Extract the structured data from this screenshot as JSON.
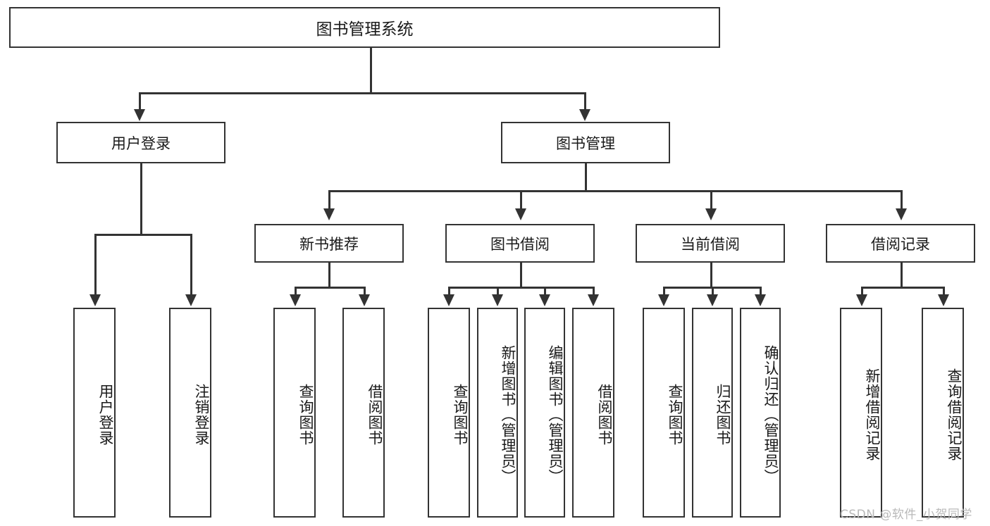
{
  "diagram": {
    "title": "图书管理系统",
    "type": "tree-hierarchy-chart",
    "root": {
      "label": "图书管理系统"
    },
    "level2": [
      {
        "label": "用户登录"
      },
      {
        "label": "图书管理"
      }
    ],
    "level3": [
      {
        "label": "新书推荐"
      },
      {
        "label": "图书借阅"
      },
      {
        "label": "当前借阅"
      },
      {
        "label": "借阅记录"
      }
    ],
    "leaves": [
      {
        "label": "用户登录",
        "parent": "用户登录"
      },
      {
        "label": "注销登录",
        "parent": "用户登录"
      },
      {
        "label": "查询图书",
        "parent": "新书推荐"
      },
      {
        "label": "借阅图书",
        "parent": "新书推荐"
      },
      {
        "label": "查询图书",
        "parent": "图书借阅"
      },
      {
        "label": "新增图书（管理员）",
        "parent": "图书借阅"
      },
      {
        "label": "编辑图书（管理员）",
        "parent": "图书借阅"
      },
      {
        "label": "借阅图书",
        "parent": "图书借阅"
      },
      {
        "label": "查询图书",
        "parent": "当前借阅"
      },
      {
        "label": "归还图书",
        "parent": "当前借阅"
      },
      {
        "label": "确认归还（管理员）",
        "parent": "当前借阅"
      },
      {
        "label": "新增借阅记录",
        "parent": "借阅记录"
      },
      {
        "label": "查询借阅记录",
        "parent": "借阅记录"
      }
    ]
  },
  "watermark": {
    "text": "CSDN @软件_小贺同学"
  },
  "colors": {
    "border": "#333333",
    "fill": "#ffffff",
    "text": "#1a1a1a",
    "watermark": "#b9b9b9"
  }
}
